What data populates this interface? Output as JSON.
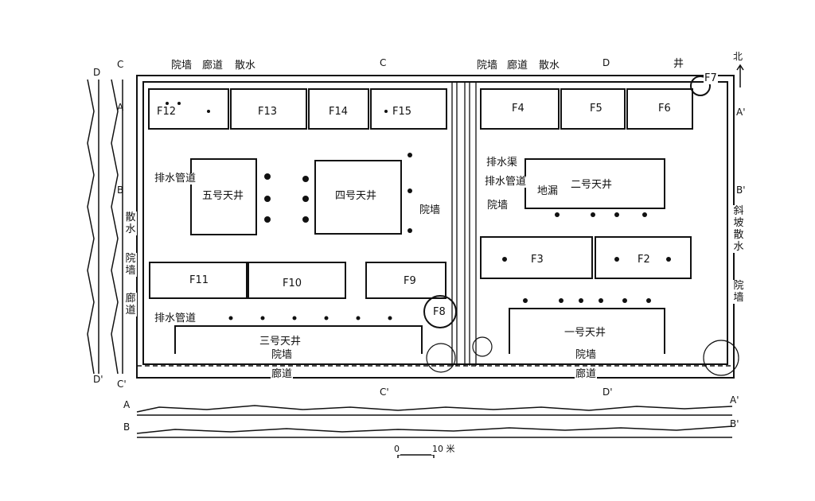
{
  "plan": {
    "courtyards": {
      "c1": "一号天井",
      "c2": "二号天井",
      "c3": "三号天井",
      "c4": "四号天井",
      "c5": "五号天井"
    },
    "rooms": {
      "F2": "F2",
      "F3": "F3",
      "F4": "F4",
      "F5": "F5",
      "F6": "F6",
      "F7": "F7",
      "F8": "F8",
      "F9": "F9",
      "F10": "F10",
      "F11": "F11",
      "F12": "F12",
      "F13": "F13",
      "F14": "F14",
      "F15": "F15"
    },
    "labels": {
      "yard_wall": "院墙",
      "corridor": "廊道",
      "apron": "散水",
      "drain_pipe": "排水管道",
      "drain_channel": "排水渠",
      "well": "井",
      "ground_drain": "地漏",
      "sloped_apron": "斜坡散水",
      "north": "北"
    },
    "section_markers": {
      "A": "A",
      "A_prime": "A'",
      "B": "B",
      "B_prime": "B'",
      "C": "C",
      "C_prime": "C'",
      "D": "D",
      "D_prime": "D'"
    },
    "scale": {
      "zero": "0",
      "ten": "10 米"
    }
  }
}
